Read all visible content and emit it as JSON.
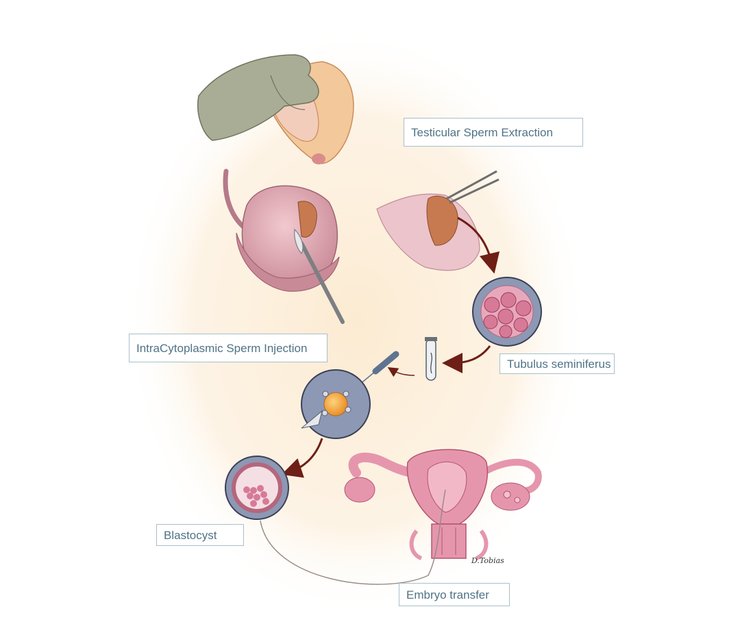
{
  "labels": {
    "testicular_sperm_extraction": "Testicular Sperm Extraction",
    "icsi": "IntraCytoplasmic Sperm Injection",
    "tubulus_seminiferus": "Tubulus seminiferus",
    "blastocyst": "Blastocyst",
    "embryo_transfer": "Embryo transfer"
  },
  "signature": "D.Tobias",
  "colors": {
    "background_glow": "#fdeed6",
    "label_border": "#a9bfca",
    "label_text": "#4f7385",
    "arrow": "#6e1f16",
    "skin": "#f3c89a",
    "glove": "#a9ad95",
    "testis": "#d9a3ae",
    "tubule_tissue": "#c77a4f",
    "micro_circle": "#8c98b4",
    "uterus": "#e596ad",
    "oocyte": "#f0a64a"
  }
}
